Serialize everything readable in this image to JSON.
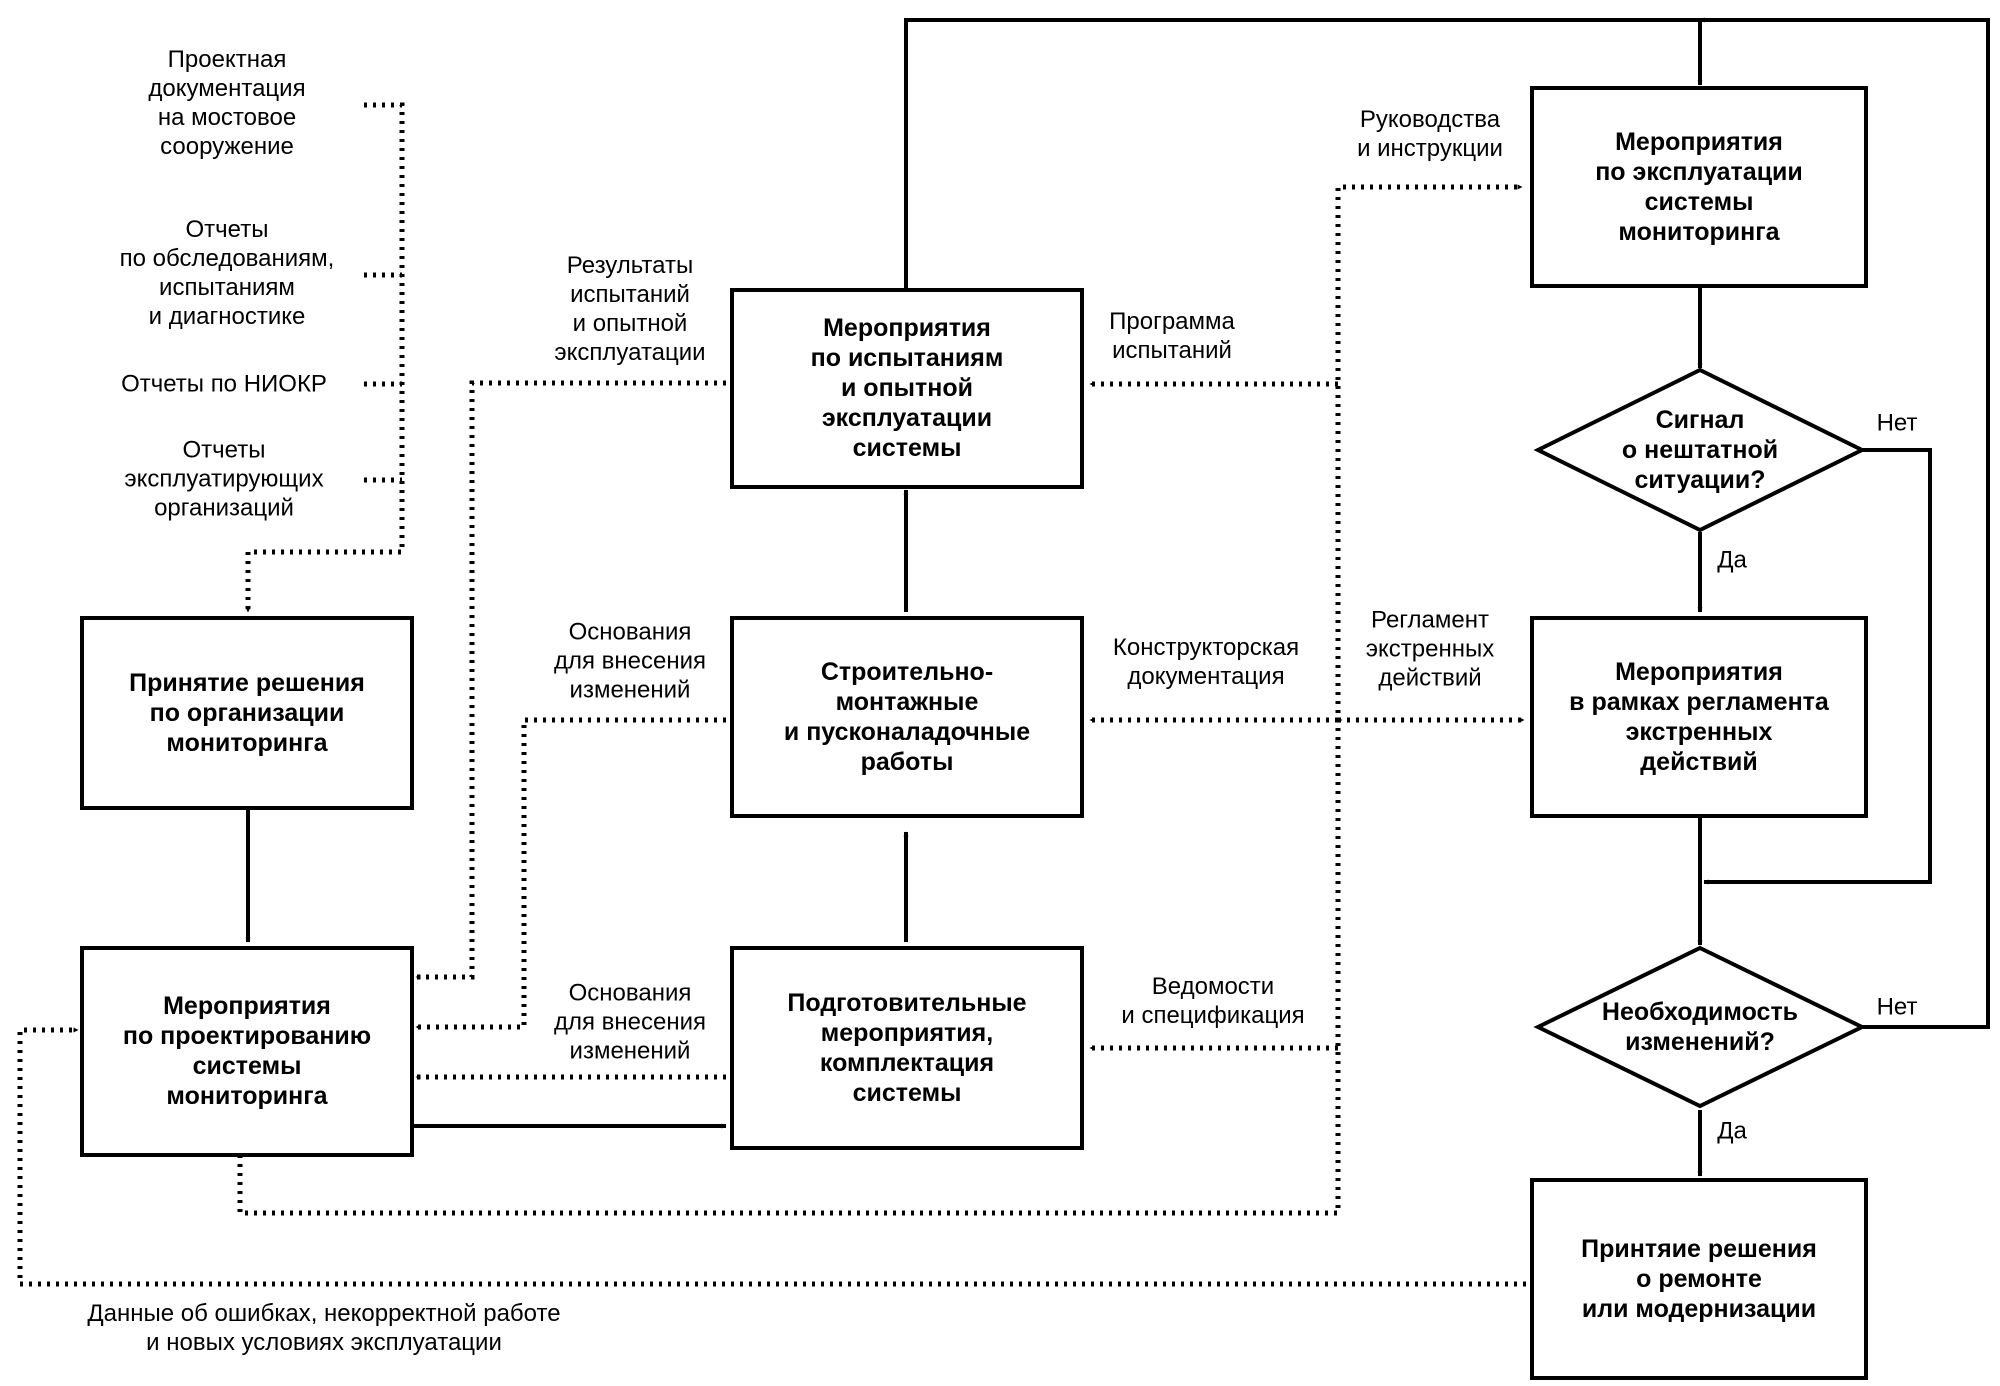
{
  "nodes": {
    "decision_monitoring": [
      "Принятие решения",
      "по организации",
      "мониторинга"
    ],
    "design": [
      "Мероприятия",
      "по проектированию",
      "системы",
      "мониторинга"
    ],
    "preparatory": [
      "Подготовительные",
      "мероприятия,",
      "комплектация",
      "системы"
    ],
    "construction": [
      "Строительно-",
      "монтажные",
      "и пусконаладочные",
      "работы"
    ],
    "testing": [
      "Мероприятия",
      "по испытаниям",
      "и опытной",
      "эксплуатации",
      "системы"
    ],
    "operation": [
      "Мероприятия",
      "по эксплуатации",
      "системы",
      "мониторинга"
    ],
    "signal_decision": [
      "Сигнал",
      "о нештатной",
      "ситуации?"
    ],
    "emergency": [
      "Мероприятия",
      "в рамках регламента",
      "экстренных",
      "действий"
    ],
    "changes_decision": [
      "Необходимость",
      "изменений?"
    ],
    "repair_decision": [
      "Принтяие решения",
      "о ремонте",
      "или модернизации"
    ]
  },
  "inputs": {
    "project_docs": [
      "Проектная",
      "документация",
      "на мостовое",
      "сооружение"
    ],
    "survey_reports": [
      "Отчеты",
      "по обследованиям,",
      "испытаниям",
      "и диагностике"
    ],
    "rnd_reports": [
      "Отчеты по НИОКР"
    ],
    "operator_reports": [
      "Отчеты",
      "эксплуатирующих",
      "организаций"
    ]
  },
  "labels": {
    "test_results": [
      "Результаты",
      "испытаний",
      "и опытной",
      "эксплуатации"
    ],
    "change_grounds_1": [
      "Основания",
      "для внесения",
      "изменений"
    ],
    "change_grounds_2": [
      "Основания",
      "для внесения",
      "изменений"
    ],
    "test_program": [
      "Программа",
      "испытаний"
    ],
    "design_docs": [
      "Конструкторская",
      "документация"
    ],
    "statements": [
      "Ведомости",
      "и спецификация"
    ],
    "manuals": [
      "Руководства",
      "и инструкции"
    ],
    "emergency_regs": [
      "Регламент",
      "экстренных",
      "действий"
    ],
    "yes_1": "Да",
    "no_1": "Нет",
    "yes_2": "Да",
    "no_2": "Нет",
    "error_data": [
      "Данные об ошибках, некорректной работе",
      "и новых условиях эксплуатации"
    ]
  }
}
